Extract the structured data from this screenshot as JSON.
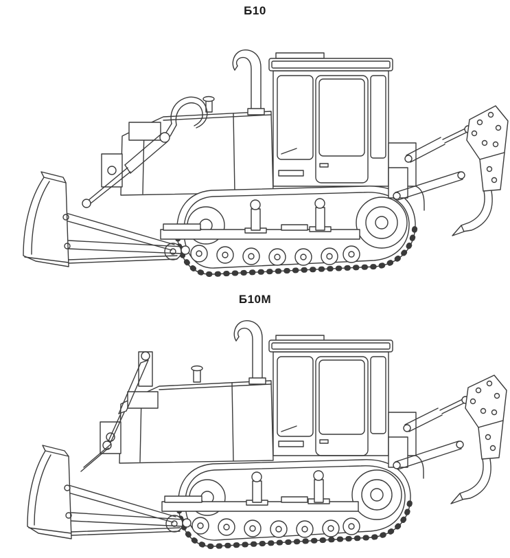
{
  "page": {
    "background": "#ffffff",
    "line_color": "#3a3a3a"
  },
  "figures": [
    {
      "id": "b10",
      "label": "Б10",
      "drawing": "crawler-bulldozer-side-view-with-rear-ripper"
    },
    {
      "id": "b10m",
      "label": "Б10М",
      "drawing": "crawler-bulldozer-side-view-with-rear-ripper"
    }
  ]
}
